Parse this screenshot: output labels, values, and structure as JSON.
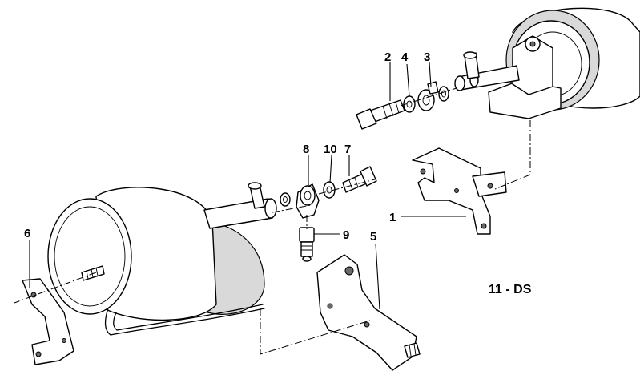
{
  "diagram": {
    "code": "11 - DS",
    "callouts": [
      "1",
      "2",
      "3",
      "4",
      "5",
      "6",
      "7",
      "8",
      "9",
      "10"
    ]
  }
}
